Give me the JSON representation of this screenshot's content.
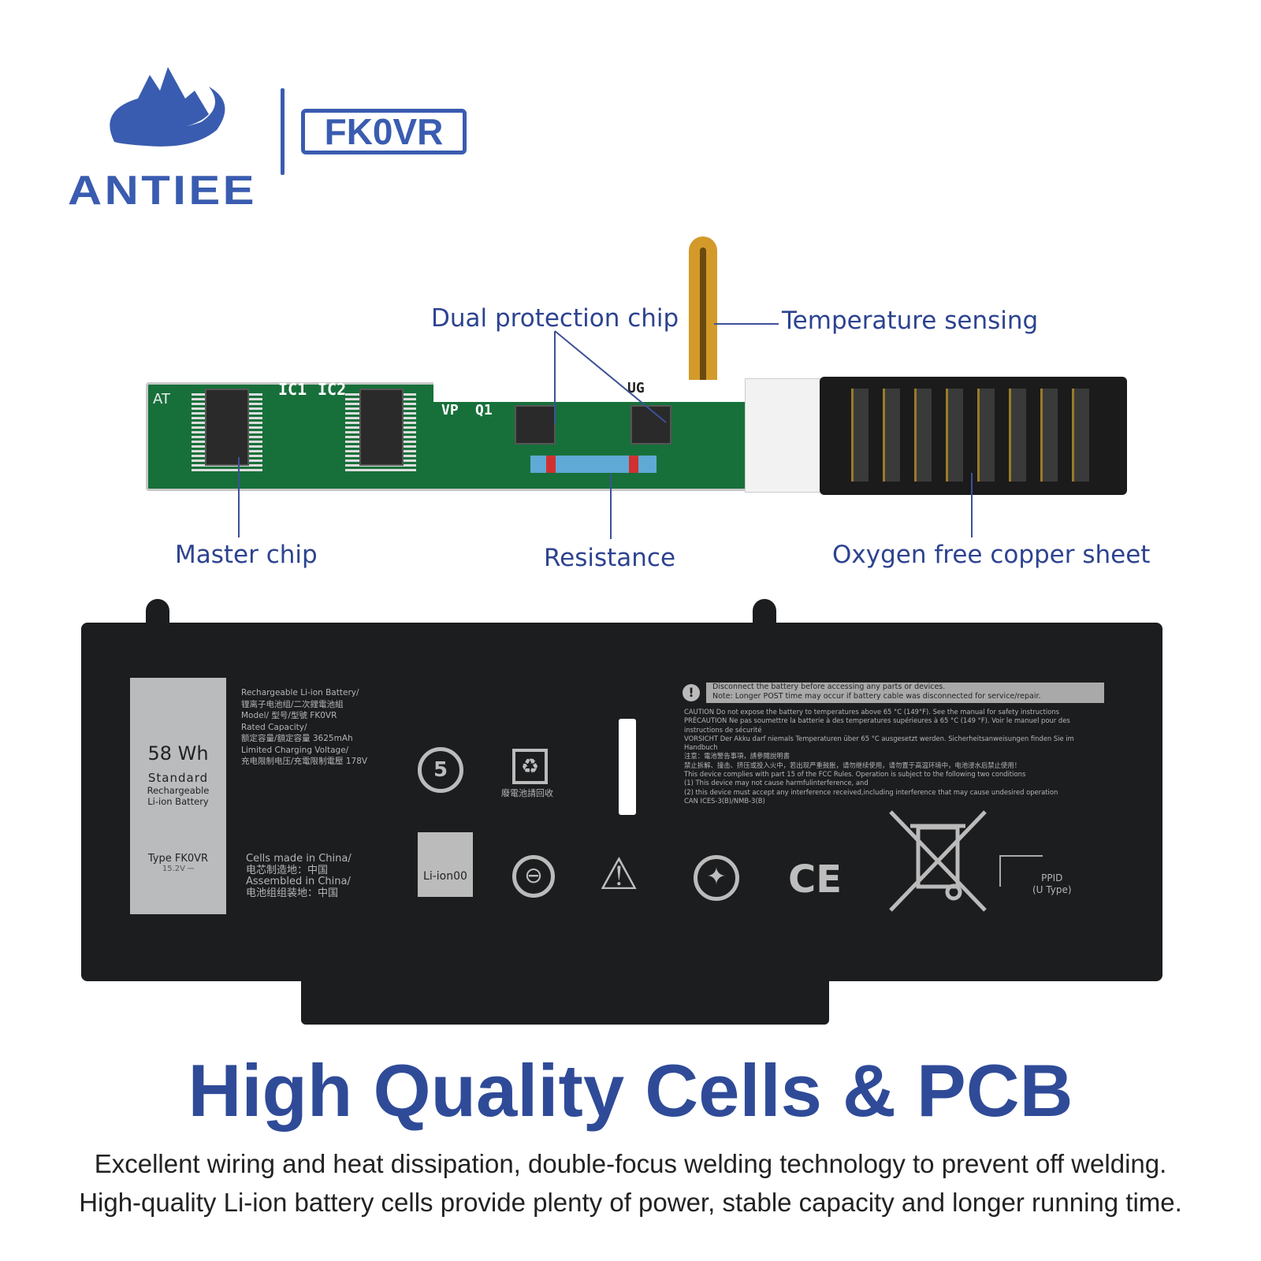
{
  "brand": {
    "name": "ANTIEE",
    "model": "FK0VR",
    "color": "#3a5cb0"
  },
  "callouts": {
    "dual_chip": "Dual protection chip",
    "temperature": "Temperature sensing",
    "master_chip": "Master chip",
    "resistance": "Resistance",
    "copper": "Oxygen free copper sheet"
  },
  "pcb": {
    "ic1": "IC1",
    "ic2": "IC2",
    "vp": "VP",
    "q1": "Q1",
    "at": "AT",
    "ug": "UG"
  },
  "battery_label": {
    "capacity": "58 Wh",
    "standard": "Standard",
    "rechargeable": "Rechargeable",
    "li_ion": "Li-ion Battery",
    "type": "Type FK0VR",
    "voltage": "15.2V ⎓",
    "spec_lines": [
      "Rechargeable Li-ion Battery/",
      "锂离子电池组/二次鋰電池組",
      "Model/ 型号/型號    FK0VR",
      "Rated Capacity/",
      "额定容量/額定容量    3625mAh",
      "Limited Charging Voltage/",
      "充电限制电压/充電限制電壓    178V"
    ],
    "origin_lines": [
      "Cells made in China/",
      "电芯制造地：中国",
      "Assembled in China/",
      "电池组组装地：中国"
    ],
    "warning_lines": [
      "Disconnect the battery before accessing any parts or devices.",
      "Note: Longer POST time may occur if battery cable was disconnected for service/repair."
    ],
    "caution_lines": [
      "CAUTION Do not expose the battery to temperatures above 65 °C (149°F). See the manual for safety instructions",
      "PRÉCAUTION Ne pas soumettre la batterie à des temperatures supérieures à 65 °C (149 °F). Voir le manuel pour des",
      "instructions de sécurité",
      "VORSICHT Der Akku darf niemals Temperaturen über 65 °C ausgesetzt werden. Sicherheitsanweisungen finden Sie im",
      "Handbuch",
      "注意：電池警告事項，請參閱說明書",
      "禁止拆解、撞击、挤压或投入火中，若出现严重鼓胀，请勿继续使用，请勿置于高温环境中，电池浸水后禁止使用！",
      "This device complies with part 15 of the FCC Rules. Operation is subject to the following two conditions",
      "(1) This device may not cause harmfulinterference, and",
      "(2) this device must accept any interference received,including interference that may cause undesired operation",
      "CAN ICES-3(B)/NMB-3(B)"
    ],
    "recycle_cn": "廢電池請回收",
    "li_ion_recycle": "Li-ion00",
    "ce": "CE",
    "ppid": "PPID",
    "ppid_type": "(U Type)",
    "recycle_number": "5"
  },
  "headline": "High Quality Cells & PCB",
  "description": [
    "Excellent wiring and heat dissipation, double-focus welding technology to prevent off welding.",
    "High-quality Li-ion battery cells provide plenty of power, stable capacity and longer running time."
  ]
}
